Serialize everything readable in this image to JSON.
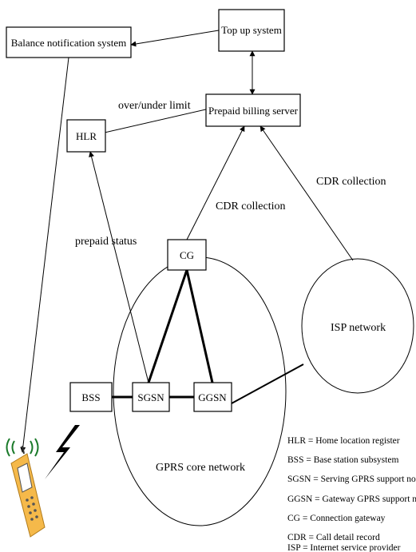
{
  "nodes": {
    "balance": "Balance notification system",
    "topup": "Top up system",
    "billing": "Prepaid billing server",
    "hlr": "HLR",
    "cg": "CG",
    "bss": "BSS",
    "sgsn": "SGSN",
    "ggsn": "GGSN"
  },
  "regions": {
    "gprs_core": "GPRS core network",
    "isp": "ISP network"
  },
  "edge_labels": {
    "over_under_limit": "over/under limit",
    "cdr_collection_cg": "CDR collection",
    "cdr_collection_isp": "CDR collection",
    "prepaid_status": "prepaid status"
  },
  "legend": [
    "HLR = Home location register",
    "BSS = Base station subsystem",
    "SGSN = Serving GPRS support node",
    "GGSN = Gateway GPRS support node",
    "CG = Connection gateway",
    "CDR = Call detail record",
    "ISP = Internet service provider"
  ],
  "colors": {
    "phone_body": "#f5b94a",
    "phone_signal": "#1a7a2a"
  },
  "icons": {
    "phone": "mobile-phone-icon",
    "lightning": "lightning-icon"
  }
}
